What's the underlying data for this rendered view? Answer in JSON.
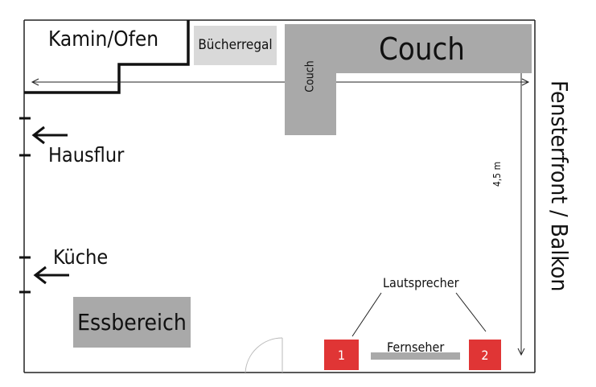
{
  "labels": {
    "kamin": "Kamin/Ofen",
    "buecherregal": "Bücherregal",
    "couch_main": "Couch",
    "couch_side": "Couch",
    "hausflur": "Hausflur",
    "kueche": "Küche",
    "essbereich": "Essbereich",
    "lautsprecher": "Lautsprecher",
    "fernseher": "Fernseher",
    "speaker_1": "1",
    "speaker_2": "2",
    "dimension": "4,5 m",
    "fensterfront": "Fensterfront / Balkon"
  },
  "colors": {
    "furniture": "#a9a9a9",
    "shelf": "#d9d9d9",
    "speaker": "#e03535",
    "walls": "#222222"
  },
  "icons": {
    "door_arrow": "left-arrow-icon"
  }
}
